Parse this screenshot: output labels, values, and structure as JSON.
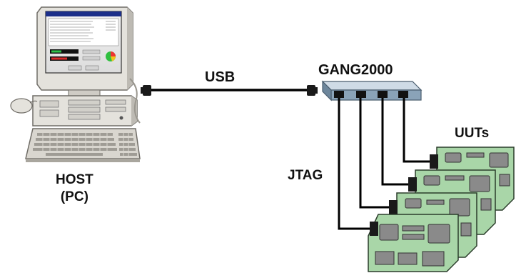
{
  "labels": {
    "usb": "USB",
    "device": "GANG2000",
    "uuts": "UUTs",
    "jtag": "JTAG",
    "host_line1": "HOST",
    "host_line2": "(PC)"
  },
  "colors": {
    "board_fill": "#a9d6a8",
    "board_stroke": "#2b3d2b",
    "chip_fill": "#8a8a8a",
    "connector_fill": "#1a1a1a",
    "hub_top": "#cfdbe6",
    "hub_side": "#8aa3b8",
    "pc_body": "#e4e2dc",
    "pc_shadow": "#a9a69e",
    "cable": "#000000"
  },
  "icons": {
    "host": "desktop-pc-icon",
    "device": "usb-hub-icon",
    "boards": "circuit-board-icon"
  }
}
